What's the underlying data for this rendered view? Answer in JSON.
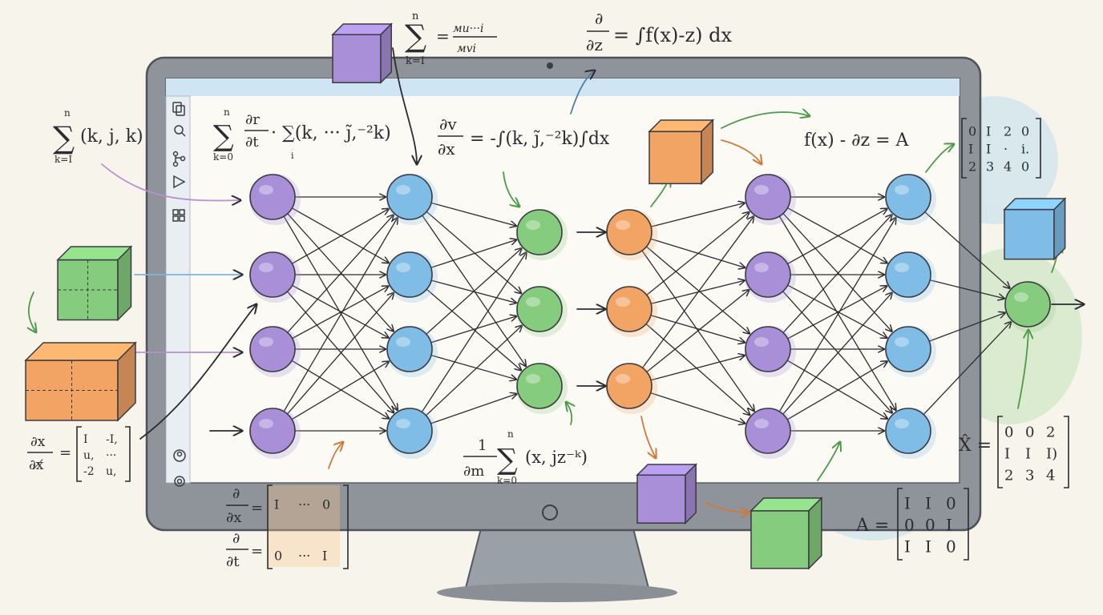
{
  "palette": {
    "purple": "#a88fd8",
    "blue": "#7fbde6",
    "green": "#86cc7e",
    "orange": "#f2a465",
    "monitor_frame": "#8f939a",
    "ink": "#2c2c30"
  },
  "sidebar": {
    "icons": [
      "copy-icon",
      "search-icon",
      "branch-icon",
      "play-icon",
      "grid-icon",
      "account-icon",
      "settings-icon"
    ]
  },
  "network": {
    "layers": [
      {
        "name": "input",
        "color": "purple",
        "nodes": 4
      },
      {
        "name": "hidden-1",
        "color": "blue",
        "nodes": 4
      },
      {
        "name": "hidden-2",
        "color": "green",
        "nodes": 3
      },
      {
        "name": "hidden-3",
        "color": "orange",
        "nodes": 3
      },
      {
        "name": "hidden-4",
        "color": "purple",
        "nodes": 4
      },
      {
        "name": "hidden-5",
        "color": "blue",
        "nodes": 4
      },
      {
        "name": "output",
        "color": "green",
        "nodes": 1
      }
    ]
  },
  "cubes": [
    "purple",
    "green",
    "orange",
    "orange",
    "blue",
    "purple",
    "green"
  ],
  "equations": {
    "sum_top": {
      "upper": "n",
      "lower": "k=I",
      "rhs_num": "мu···i",
      "rhs_den": "мvi"
    },
    "deriv_top": {
      "num": "∂",
      "den": "∂z",
      "rhs": "= ∫f(x)-z) dx"
    },
    "sum_left": {
      "upper": "n",
      "lower": "k=I",
      "body": "(k, j, k)"
    },
    "sum_main": {
      "upper": "n",
      "lower": "k=0",
      "frac_num": "∂r",
      "frac_den": "∂t",
      "body": "· ∑(k, ··· j̃,⁻²k)",
      "sub": "i"
    },
    "dv_dx": {
      "num": "∂v",
      "den": "∂x",
      "rhs": "= -∫(k, j̃,⁻²k)∫dx"
    },
    "fx_eq": "f(x) - ∂z = A",
    "matrix_top_right": [
      [
        "0",
        "I",
        "2",
        "0"
      ],
      [
        "I",
        "I",
        "·",
        "i."
      ],
      [
        "2",
        "3",
        "4",
        "0"
      ]
    ],
    "dx_matrix_left": {
      "num": "∂x",
      "den": "∂x̸",
      "rows": [
        [
          "I",
          "-I,"
        ],
        [
          "u,",
          "···"
        ],
        [
          "-2",
          "u,"
        ]
      ]
    },
    "sum_bottom": {
      "prefix_num": "1",
      "prefix_den": "∂m",
      "upper": "n",
      "lower": "k=0",
      "body": "(x, jz⁻ᵏ)"
    },
    "bottom_partials": {
      "top_num": "∂",
      "top_den": "∂x",
      "bot_num": "∂",
      "bot_den": "∂t",
      "rows": [
        [
          "I",
          "···",
          "0"
        ],
        [
          "",
          "",
          ""
        ],
        [
          "0",
          "···",
          "I"
        ]
      ]
    },
    "matrix_A": {
      "label": "A =",
      "rows": [
        [
          "I",
          "I",
          "0"
        ],
        [
          "0",
          "0",
          "I"
        ],
        [
          "I",
          "I",
          "0"
        ]
      ]
    },
    "x_hat": {
      "label": "X̂ =",
      "rows": [
        [
          "0",
          "0",
          "2"
        ],
        [
          "I",
          "I",
          "I)"
        ],
        [
          "2",
          "3",
          "4"
        ]
      ]
    }
  }
}
